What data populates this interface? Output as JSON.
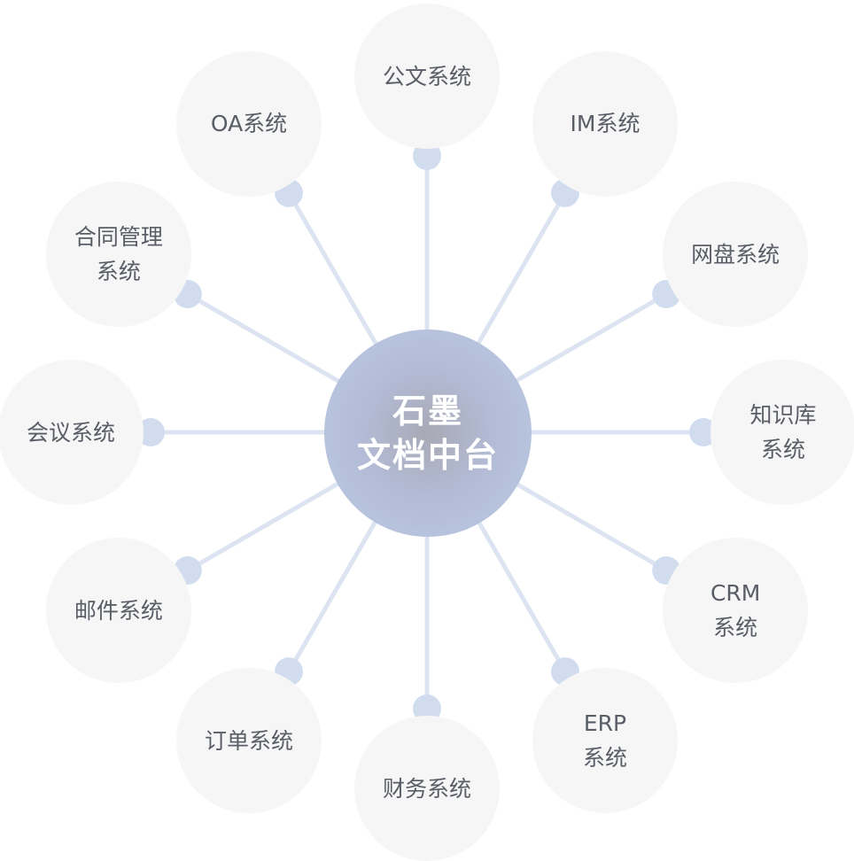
{
  "center": {
    "lines": [
      "石墨",
      "文档中台"
    ]
  },
  "colors": {
    "hub": "#b6c1dd",
    "node": "#f6f6f7",
    "connector": "#dde4f1",
    "dot": "#d1dcee",
    "text": "#595d66"
  },
  "systems": [
    {
      "id": "gongwen",
      "name": "公文系统",
      "lines": [
        "公文系统"
      ]
    },
    {
      "id": "im",
      "name": "IM系统",
      "lines": [
        "IM系统"
      ]
    },
    {
      "id": "wangpan",
      "name": "网盘系统",
      "lines": [
        "网盘系统"
      ]
    },
    {
      "id": "zhishiku",
      "name": "知识库系统",
      "lines": [
        "知识库",
        "系统"
      ]
    },
    {
      "id": "crm",
      "name": "CRM系统",
      "lines": [
        "CRM",
        "系统"
      ]
    },
    {
      "id": "erp",
      "name": "ERP系统",
      "lines": [
        "ERP",
        "系统"
      ]
    },
    {
      "id": "caiwu",
      "name": "财务系统",
      "lines": [
        "财务系统"
      ]
    },
    {
      "id": "dingdan",
      "name": "订单系统",
      "lines": [
        "订单系统"
      ]
    },
    {
      "id": "youjian",
      "name": "邮件系统",
      "lines": [
        "邮件系统"
      ]
    },
    {
      "id": "huiyi",
      "name": "会议系统",
      "lines": [
        "会议系统"
      ]
    },
    {
      "id": "hetong",
      "name": "合同管理系统",
      "lines": [
        "合同管理",
        "系统"
      ]
    },
    {
      "id": "oa",
      "name": "OA系统",
      "lines": [
        "OA系统"
      ]
    }
  ]
}
